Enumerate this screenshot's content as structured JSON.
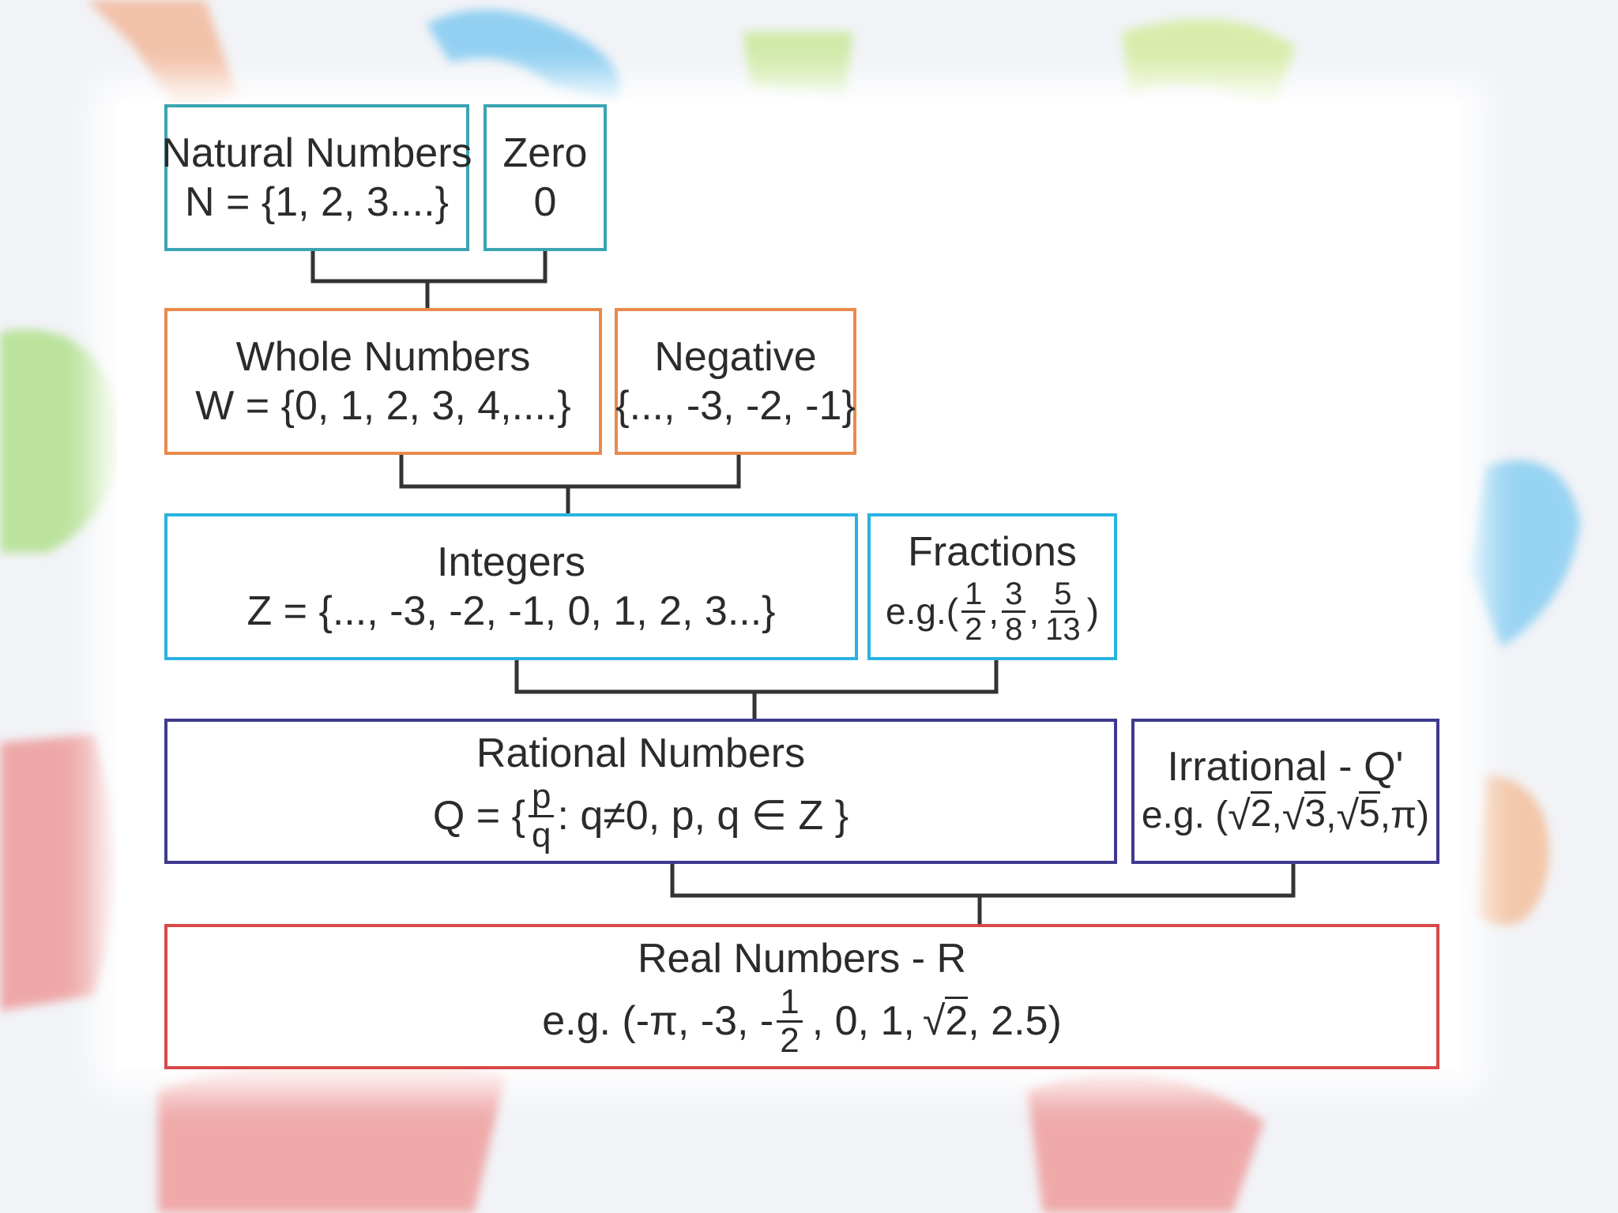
{
  "natural": {
    "title": "Natural Numbers",
    "set": "N = {1, 2, 3....}"
  },
  "zero": {
    "title": "Zero",
    "value": "0"
  },
  "whole": {
    "title": "Whole Numbers",
    "set": "W = {0, 1, 2, 3, 4,....}"
  },
  "negative": {
    "title": "Negative",
    "set": "{..., -3, -2, -1}"
  },
  "integers": {
    "title": "Integers",
    "set": "Z = {..., -3, -2, -1, 0, 1, 2, 3...}"
  },
  "fractions": {
    "title": "Fractions",
    "prefix": "e.g.(",
    "f1_num": "1",
    "f1_den": "2",
    "f2_num": "3",
    "f2_den": "8",
    "f3_num": "5",
    "f3_den": "13",
    "comma": ",",
    "suffix": ")"
  },
  "rational": {
    "title": "Rational Numbers",
    "prefix": "Q = {",
    "p": "p",
    "q": "q",
    "condition": ": q≠0, p, q ∈ Z }"
  },
  "irrational": {
    "title": "Irrational - Q'",
    "prefix": "e.g. (",
    "r1": "2",
    "r2": "3",
    "r3": "5",
    "comma": ",",
    "suffix": ",π)"
  },
  "real": {
    "title": "Real Numbers - R",
    "prefix": "e.g. (-π, -3, -",
    "half_num": "1",
    "half_den": "2",
    "middle": ", 0, 1,",
    "root": "2",
    "suffix": ", 2.5)"
  },
  "colors": {
    "teal": "#3aa5b0",
    "orange": "#e98a4c",
    "sky": "#29b3e0",
    "navy": "#3f3a8e",
    "red": "#d84848",
    "connector": "#333333"
  }
}
